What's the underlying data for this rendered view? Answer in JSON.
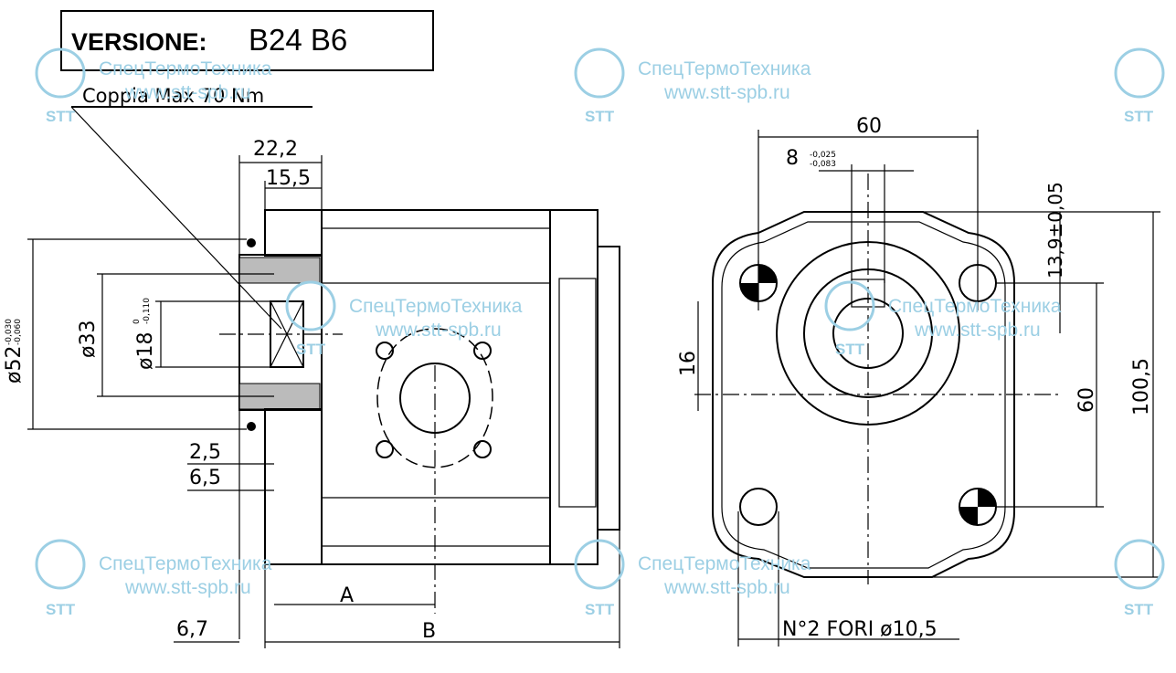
{
  "title": {
    "prefix": "VERSIONE:",
    "value": "B24 B6"
  },
  "torque_note": "Coppia Max 70 Nm",
  "side_view": {
    "dims": {
      "d22_2": "22,2",
      "d15_5": "15,5",
      "dia52": "ø52",
      "dia52_tol_upper": "-0,030",
      "dia52_tol_lower": "-0,060",
      "dia33": "ø33",
      "dia18": "ø18",
      "dia18_tol_upper": "0",
      "dia18_tol_lower": "-0,110",
      "d2_5": "2,5",
      "d6_5": "6,5",
      "d6_7": "6,7",
      "dimA": "A",
      "dimB": "B"
    }
  },
  "front_view": {
    "dims": {
      "d60_top": "60",
      "key8": "8",
      "key8_tol_upper": "-0,025",
      "key8_tol_lower": "-0,083",
      "d13_9": "13,9±0,05",
      "d16": "16",
      "d60_right": "60",
      "d100_5": "100,5",
      "holes_note": "N°2 FORI ø10,5"
    }
  },
  "watermark": {
    "company": "СпецТермоТехника",
    "url": "www.stt-spb.ru",
    "logo": "STT",
    "color": "#9ccfe4"
  }
}
